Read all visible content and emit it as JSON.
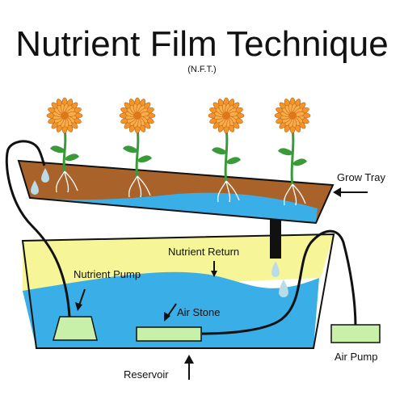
{
  "title": "Nutrient Film Technique",
  "subtitle": "(N.F.T.)",
  "labels": {
    "grow_tray": "Grow Tray",
    "nutrient_return": "Nutrient Return",
    "nutrient_pump": "Nutrient Pump",
    "air_stone": "Air Stone",
    "reservoir": "Reservoir",
    "air_pump": "Air Pump"
  },
  "colors": {
    "tray_soil": "#a9632a",
    "tray_water": "#3aaee6",
    "reservoir_top": "#f6f598",
    "reservoir_water": "#3aaee6",
    "component_fill": "#c8f0a8",
    "petal": "#f4952b",
    "stem": "#3a9a3a",
    "drip": "#b9dce8"
  }
}
